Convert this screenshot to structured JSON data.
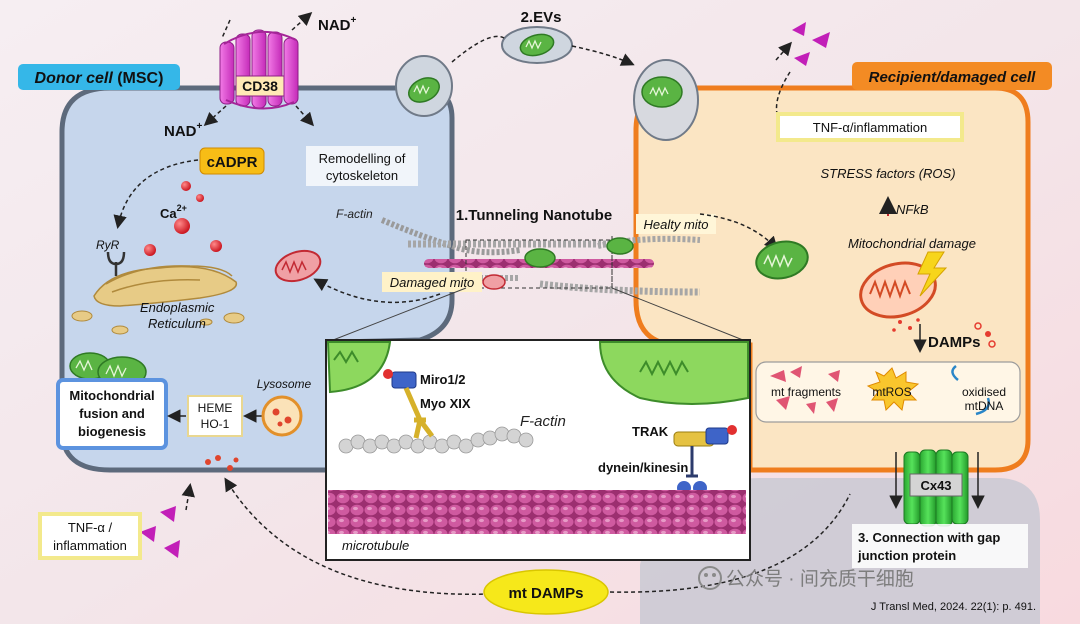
{
  "donor": {
    "title_bold": "Donor cell",
    "title_rest": " (MSC)",
    "cd38": "CD38",
    "nad_top": "NAD",
    "nad_bottom": "NAD",
    "nad_sup": "+",
    "cadpr": "cADPR",
    "ca": "Ca",
    "ca_sup": "2+",
    "ryr": "RyR",
    "er_line1": "Endoplasmic",
    "er_line2": "Reticulum",
    "remodel_line1": "Remodelling of",
    "remodel_line2": "cytoskeleton",
    "factin": "F-actin",
    "lysosome": "Lysosome",
    "heme": "HEME",
    "ho1": "HO-1",
    "fusion_line1": "Mitochondrial",
    "fusion_line2": "fusion and",
    "fusion_line3": "biogenesis",
    "tnf_line1": "TNF-α /",
    "tnf_line2": "inflammation"
  },
  "transfer": {
    "evs": "2.EVs",
    "tnt": "1.Tunneling Nanotube",
    "damaged_mito": "Damaged mito",
    "healthy_mito": "Healty mito"
  },
  "inset": {
    "miro": "Miro1/2",
    "myo": "Myo XIX",
    "factin": "F-actin",
    "trak": "TRAK",
    "dynein": "dynein/kinesin",
    "microtubule": "microtubule"
  },
  "recipient": {
    "title": "Recipient/damaged cell",
    "tnf": "TNF-α/inflammation",
    "stress": "STRESS factors (ROS)",
    "nfkb": "NFkB",
    "mito_damage": "Mitochondrial damage",
    "damps": "DAMPs",
    "fragments": "mt fragments",
    "mtros": "mtROS",
    "oxidised_line1": "oxidised",
    "oxidised_line2": "mtDNA",
    "cx43": "Cx43",
    "gap_line1": "3. Connection with gap",
    "gap_line2": "junction protein"
  },
  "bottom": {
    "mt_damps": "mt DAMPs",
    "watermark": "公众号 · 间充质干细胞",
    "citation": "J Transl Med, 2024. 22(1): p. 491."
  },
  "colors": {
    "donor_fill": "#c9d8ec",
    "recipient_fill": "#fbe7c5",
    "recipient_border": "#ee7d1f",
    "cd38": "#e24ad6",
    "mito_green": "#5ab443",
    "mito_red": "#d9434a",
    "microtubule": "#b83f86",
    "cx43": "#35c23a",
    "damps_yellow": "#f6e81a"
  }
}
